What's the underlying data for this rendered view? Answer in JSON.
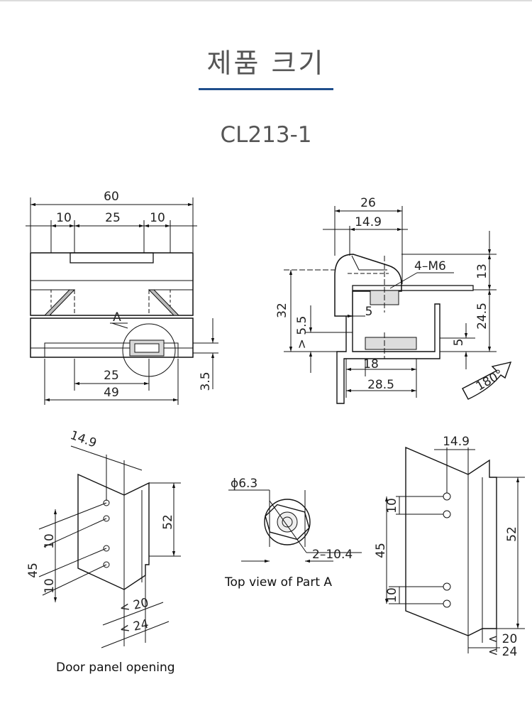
{
  "header": {
    "title": "제품 크기",
    "model": "CL213-1",
    "accent_color": "#1f4e8c"
  },
  "front_view": {
    "dims": {
      "overall": "60",
      "left": "10",
      "middle": "25",
      "right": "10",
      "bottom_inner": "25",
      "bottom_outer": "49",
      "height_small": "3.5"
    },
    "detail_label": "A"
  },
  "side_view": {
    "dims": {
      "width": "26",
      "inner_width": "14.9",
      "height_top": "13",
      "thread": "4–M6",
      "height": "32",
      "min_gap": "> 5.5",
      "gap": "5",
      "lower": "24.5",
      "base": "5",
      "base_inner": "18",
      "base_outer": "28.5"
    },
    "rotation": "180°"
  },
  "door_panel": {
    "dims": {
      "width": "14.9",
      "height": "52",
      "hole_pitch_top": "10",
      "hole_span": "45",
      "hole_pitch_bottom": "10",
      "opening_min": "< 20",
      "opening_max": "< 24"
    },
    "caption": "Door panel opening"
  },
  "part_a": {
    "dims": {
      "diameter": "ϕ6.3",
      "slot": "2–10.4"
    },
    "caption": "Top view of Part A"
  },
  "frame_view": {
    "dims": {
      "width": "14.9",
      "height": "52",
      "hole_pitch_top": "10",
      "hole_span": "45",
      "hole_pitch_bottom": "10",
      "opening_min": "< 20",
      "opening_max": "< 24"
    }
  }
}
